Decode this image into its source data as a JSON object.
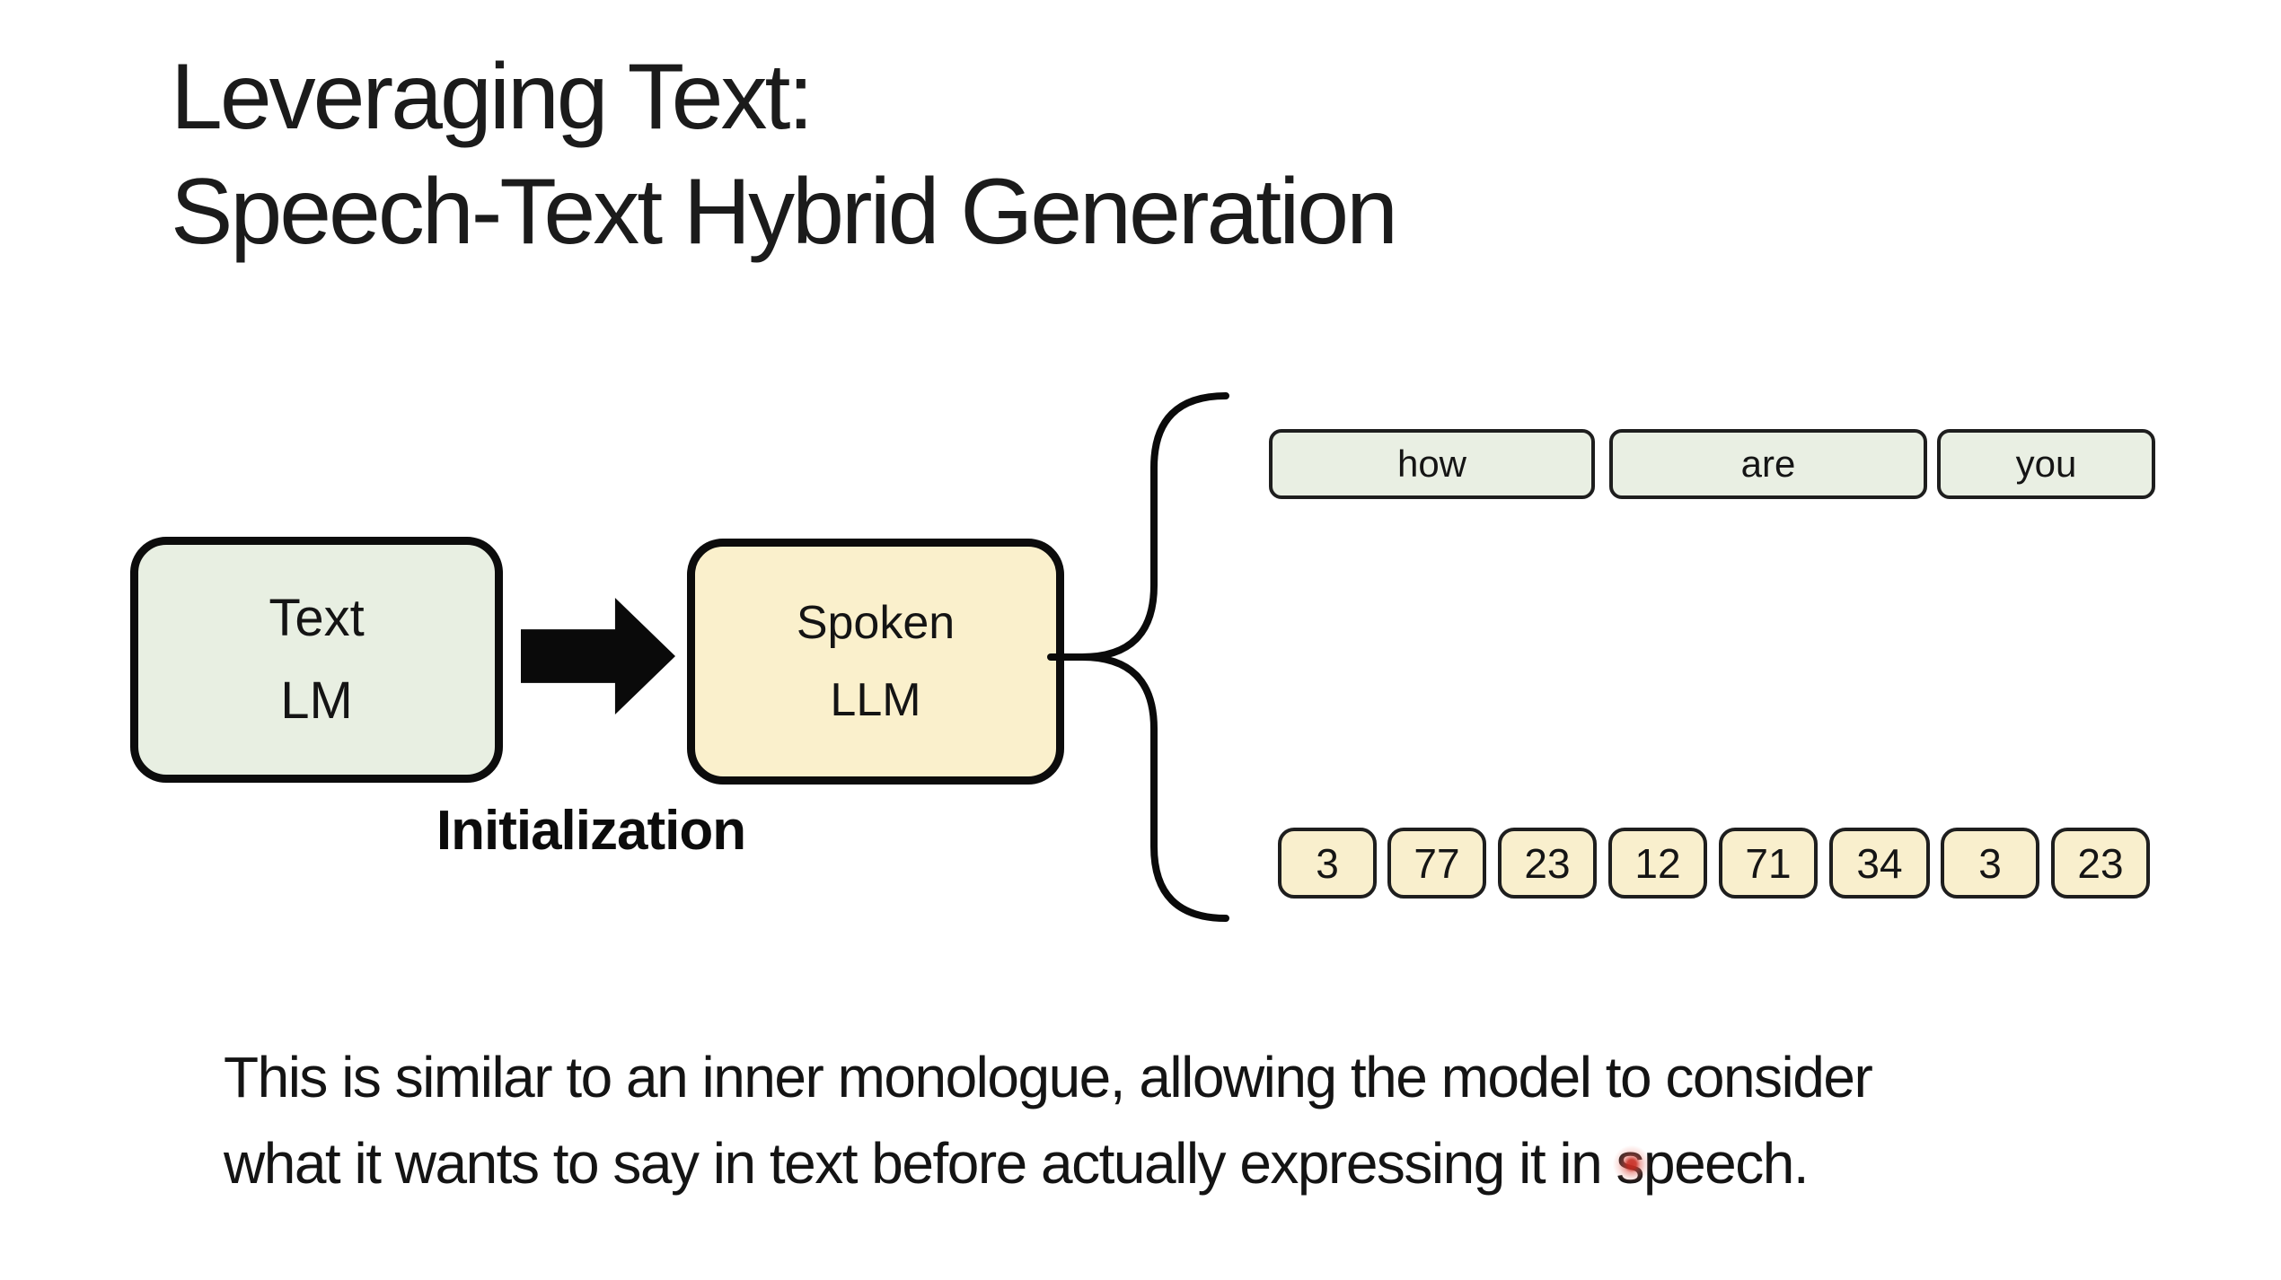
{
  "slide": {
    "title": {
      "line1": "Leveraging Text:",
      "line2": "Speech-Text Hybrid Generation"
    },
    "pipeline": {
      "source_box": {
        "line1": "Text",
        "line2": "LM"
      },
      "target_box": {
        "line1": "Spoken",
        "line2": "LLM"
      },
      "arrow_label": "Initialization"
    },
    "outputs": {
      "text_tokens": [
        "how",
        "are",
        "you"
      ],
      "speech_tokens": [
        "3",
        "77",
        "23",
        "12",
        "71",
        "34",
        "3",
        "23"
      ]
    },
    "caption": {
      "line1": "This is similar to an inner monologue, allowing the model to consider",
      "line2": "what it wants to say in text before actually expressing it in speech."
    },
    "colors": {
      "background": "#ffffff",
      "text_lm_fill": "#e8efe2",
      "spoken_llm_fill": "#faf0cc",
      "text_token_fill": "#e9efe3",
      "speech_token_fill": "#f9efcd",
      "outline": "#0c0c0c",
      "laser_dot": "#c82d23"
    }
  }
}
